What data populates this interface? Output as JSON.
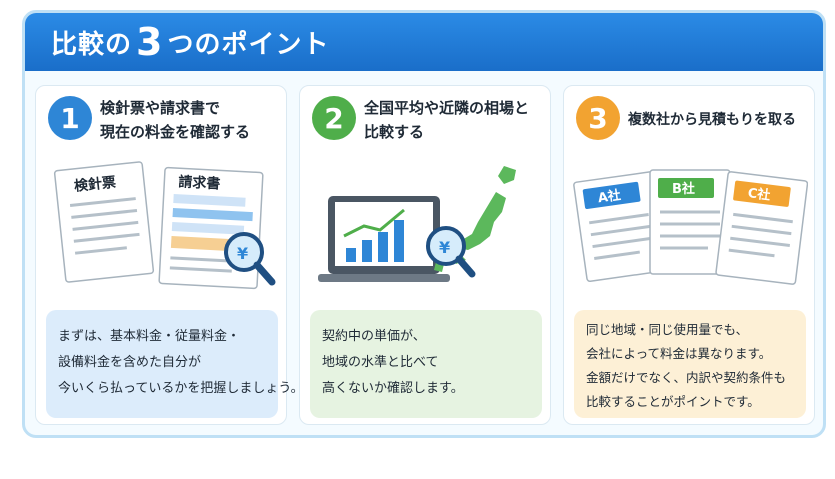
{
  "header": {
    "title_before": "比較の",
    "title_number": "3",
    "title_after": "つのポイント"
  },
  "points": [
    {
      "number": "1",
      "title_lines": [
        "検針票や請求書で",
        "現在の料金を確認する"
      ],
      "doc_labels": [
        "検針票",
        "請求書"
      ],
      "desc_lines": [
        "まずは、基本料金・従量料金・",
        "設備料金を含めた自分が",
        "今いくら払っているかを把握しましょう。"
      ]
    },
    {
      "number": "2",
      "title_lines": [
        "全国平均や近隣の相場と",
        "比較する"
      ],
      "desc_lines": [
        "契約中の単価が、",
        "地域の水準と比べて",
        "高くないか確認します。"
      ]
    },
    {
      "number": "3",
      "title_lines": [
        "複数社から見積もりを取る"
      ],
      "company_labels": [
        "A社",
        "B社",
        "C社"
      ],
      "desc_lines": [
        "同じ地域・同じ使用量でも、",
        "会社によって料金は異なります。",
        "金額だけでなく、内訳や契約条件も",
        "比較することがポイントです。"
      ]
    }
  ],
  "colors": {
    "blue": "#2e86d6",
    "green": "#4fae4a",
    "orange": "#f2a331"
  }
}
